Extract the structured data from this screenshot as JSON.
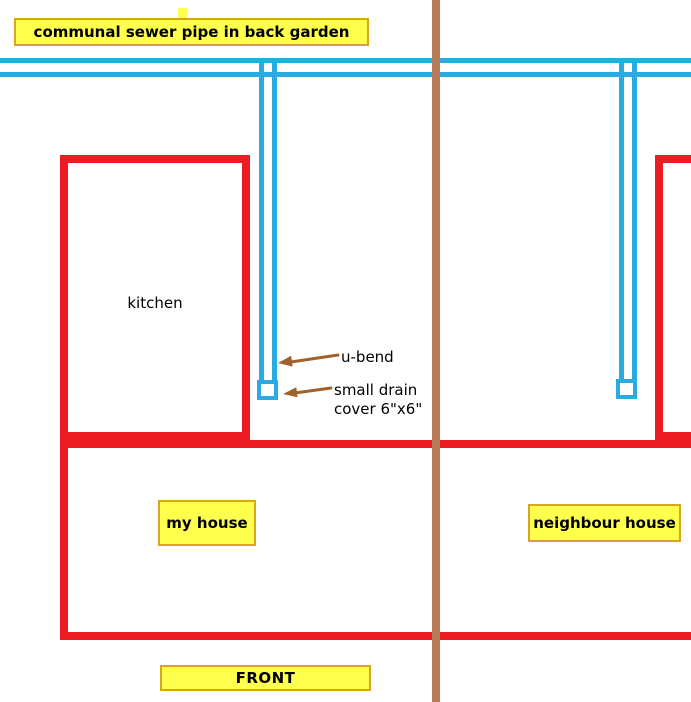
{
  "labels": {
    "sewer_pipe": "communal sewer pipe in back garden",
    "kitchen": "kitchen",
    "u_bend": "u-bend",
    "drain_cover": "small drain\ncover 6\"x6\"",
    "my_house": "my house",
    "neighbour_house": "neighbour house",
    "front": "FRONT"
  },
  "colors": {
    "pipe_blue": "#29ABE2",
    "wall_red": "#EC1C24",
    "boundary_brown": "#B97A57",
    "arrow_brown": "#A0622D",
    "label_fill": "#FFFF4D",
    "label_border": "#D9A521",
    "text_black": "#000000"
  }
}
